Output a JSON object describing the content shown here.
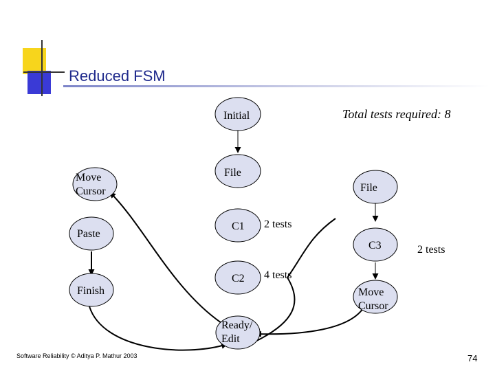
{
  "title": "Reduced FSM",
  "total_tests": "Total tests required: 8",
  "colors": {
    "node_fill": "#dcdff0",
    "title": "#1f2a8c",
    "deco_yellow": "#f7d51c",
    "deco_blue": "#3a3ad6"
  },
  "nodes": {
    "initial": [
      "Initial"
    ],
    "file_a": [
      "File"
    ],
    "file_b": [
      "File"
    ],
    "move_cursor_left": [
      "Move",
      "Cursor"
    ],
    "paste": [
      "Paste"
    ],
    "finish": [
      "Finish"
    ],
    "c1": [
      "C1"
    ],
    "c2": [
      "C2"
    ],
    "c3": [
      "C3"
    ],
    "move_cursor_right": [
      "Move",
      "Cursor"
    ],
    "ready_edit": [
      "Ready/",
      "Edit"
    ]
  },
  "notes": {
    "c1": "2 tests",
    "c2": "4 tests",
    "c3": "2 tests"
  },
  "footer": {
    "credit": "Software Reliability © Aditya P. Mathur 2003",
    "page": "74"
  }
}
